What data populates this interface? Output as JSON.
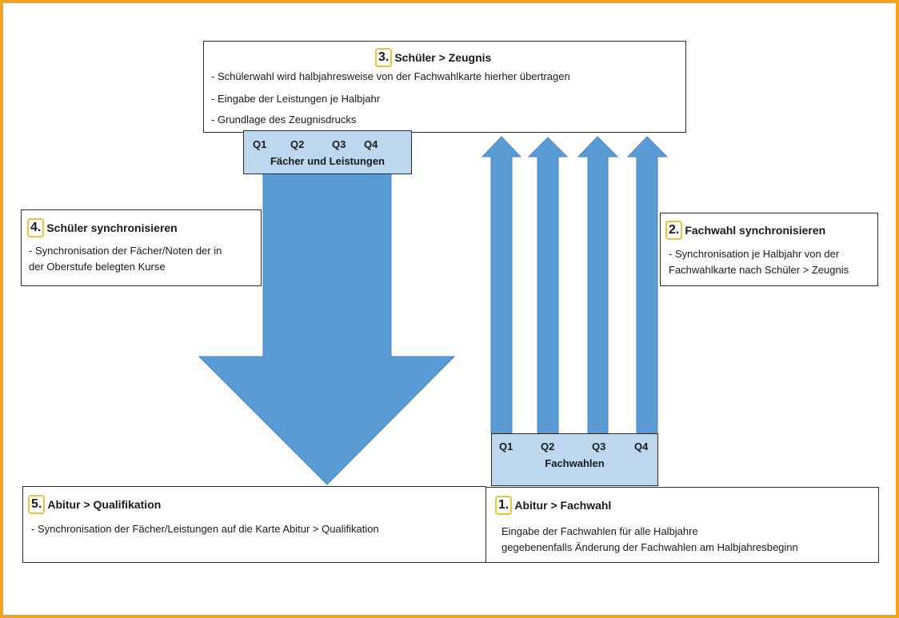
{
  "step3": {
    "num": "3.",
    "title": "Schüler > Zeugnis",
    "lines": [
      "- Schülerwahl wird halbjahresweise von der Fachwahlkarte hierher übertragen",
      "- Eingabe der Leistungen je Halbjahr",
      "- Grundlage des Zeugnisdrucks"
    ]
  },
  "faecher": {
    "quarters": [
      "Q1",
      "Q2",
      "Q3",
      "Q4"
    ],
    "label": "Fächer und Leistungen"
  },
  "step4": {
    "num": "4.",
    "title": "Schüler synchronisieren",
    "lines": [
      "- Synchronisation der Fächer/Noten der in",
      "der Oberstufe belegten Kurse"
    ]
  },
  "step2": {
    "num": "2.",
    "title": "Fachwahl synchronisieren",
    "lines": [
      "- Synchronisation je Halbjahr von der",
      "Fachwahlkarte nach Schüler > Zeugnis"
    ]
  },
  "fachwahlen": {
    "quarters": [
      "Q1",
      "Q2",
      "Q3",
      "Q4"
    ],
    "label": "Fachwahlen"
  },
  "step5": {
    "num": "5.",
    "title": "Abitur > Qualifikation",
    "lines": [
      "- Synchronisation der Fächer/Leistungen auf die Karte Abitur > Qualifikation"
    ]
  },
  "step1": {
    "num": "1.",
    "title": "Abitur > Fachwahl",
    "lines": [
      "Eingabe der Fachwahlen für alle Halbjahre",
      "gegebenenfalls Änderung der Fachwahlen am Halbjahresbeginn"
    ]
  },
  "colors": {
    "arrow": "#5b9bd5",
    "frame": "#f2a41c",
    "highlight": "#bdd7ee",
    "badge": "#e8c43a"
  }
}
